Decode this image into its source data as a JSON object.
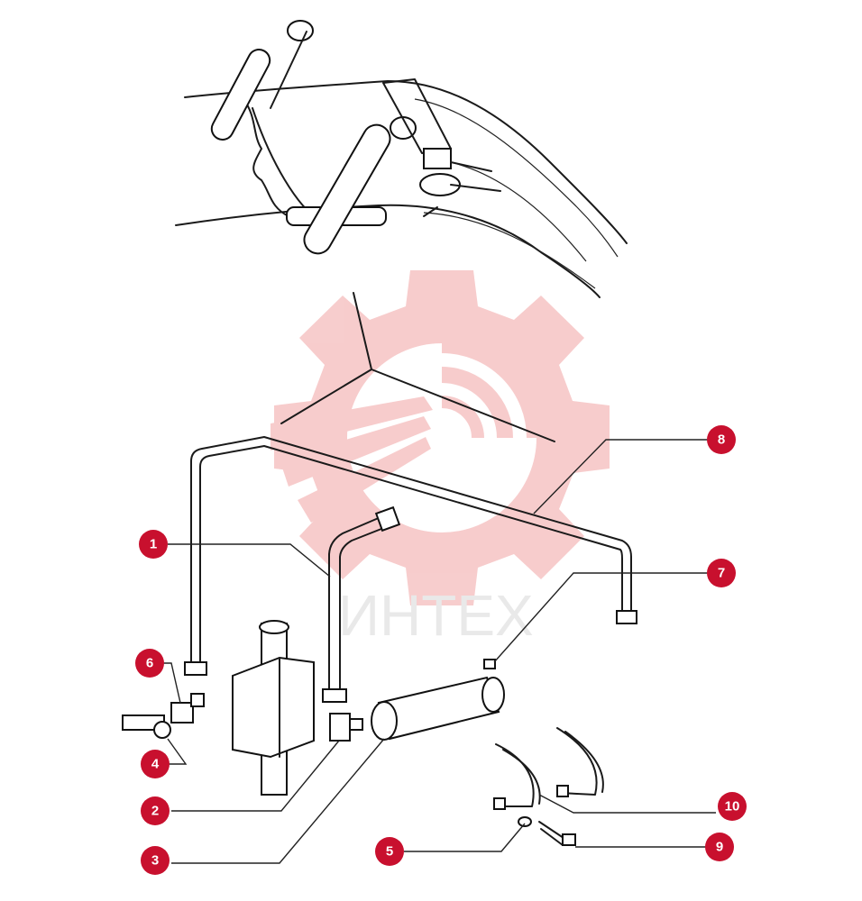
{
  "watermark": {
    "text": "ИНТЕХ",
    "color": "#f6c4c4"
  },
  "callout_color": "#c8102e",
  "callouts": [
    {
      "id": "1",
      "label": "1"
    },
    {
      "id": "2",
      "label": "2"
    },
    {
      "id": "3",
      "label": "3"
    },
    {
      "id": "4",
      "label": "4"
    },
    {
      "id": "5",
      "label": "5"
    },
    {
      "id": "6",
      "label": "6"
    },
    {
      "id": "7",
      "label": "7"
    },
    {
      "id": "8",
      "label": "8"
    },
    {
      "id": "9",
      "label": "9"
    },
    {
      "id": "10",
      "label": "10"
    }
  ]
}
